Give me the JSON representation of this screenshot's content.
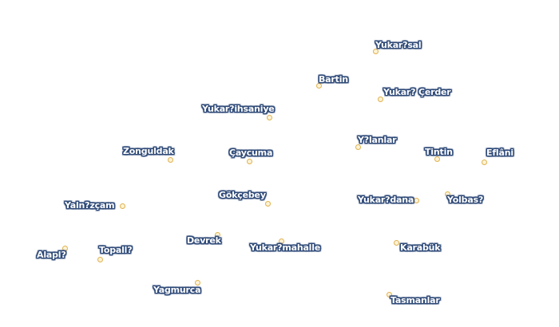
{
  "map": {
    "label_color": "#2f4a78",
    "marker_fill": "#fdf3d8",
    "marker_stroke": "#e0b24e",
    "places": [
      {
        "name": "Yukar?sal"
      },
      {
        "name": "Bartin"
      },
      {
        "name": "Yukar? Çerder"
      },
      {
        "name": "Yukar?ihsaniye"
      },
      {
        "name": "Y?lanlar"
      },
      {
        "name": "Zonguldak"
      },
      {
        "name": "Çaycuma"
      },
      {
        "name": "Tintin"
      },
      {
        "name": "Eflâni"
      },
      {
        "name": "Gökçebey"
      },
      {
        "name": "Yukar?dana"
      },
      {
        "name": "Yolbas?"
      },
      {
        "name": "Yaln?zçam"
      },
      {
        "name": "Devrek"
      },
      {
        "name": "Yukar?mahalle"
      },
      {
        "name": "Alapl?"
      },
      {
        "name": "Topall?"
      },
      {
        "name": "Karabük"
      },
      {
        "name": "Yagmurca"
      },
      {
        "name": "Tasmanlar"
      }
    ]
  }
}
